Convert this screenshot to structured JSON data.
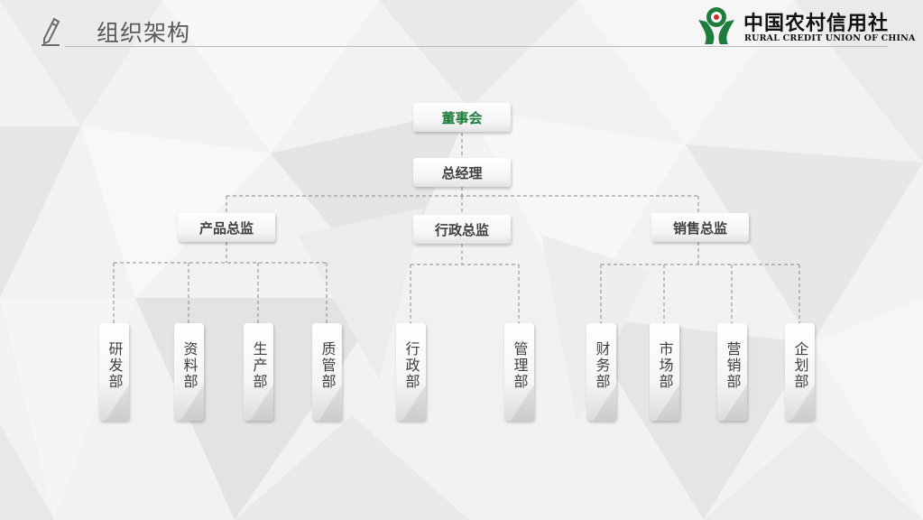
{
  "header": {
    "title": "组织架构",
    "brand": {
      "name_cn": "中国农村信用社",
      "name_en": "RURAL CREDIT UNION OF CHINA",
      "color": "#1e7d3c"
    }
  },
  "org": {
    "board": "董事会",
    "gm": "总经理",
    "directors": {
      "product": "产品总监",
      "admin": "行政总监",
      "sales": "销售总监"
    },
    "departments": {
      "product": [
        "研发部",
        "资料部",
        "生产部",
        "质管部"
      ],
      "admin": [
        "行政部",
        "管理部"
      ],
      "sales": [
        "财务部",
        "市场部",
        "营销部",
        "企划部"
      ]
    }
  },
  "icons": [
    "pencil-icon",
    "credit-union-logo"
  ]
}
